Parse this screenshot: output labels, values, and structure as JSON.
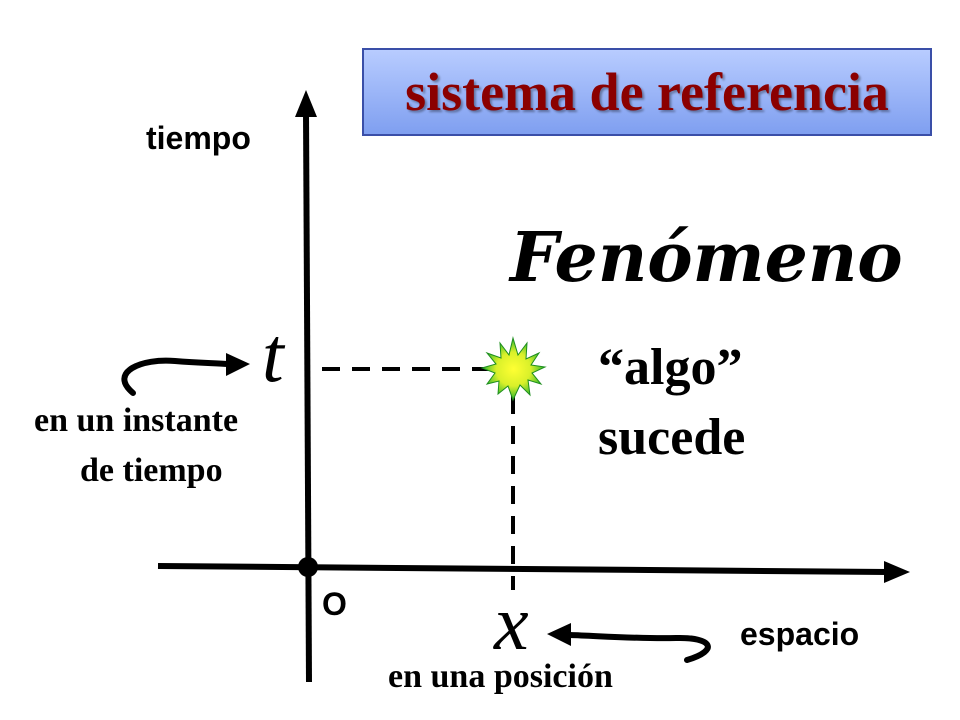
{
  "title": "sistema de referencia",
  "axes": {
    "y_label": "tiempo",
    "x_label": "espacio",
    "origin_label": "O"
  },
  "variables": {
    "time": "t",
    "position": "x"
  },
  "event": {
    "heading": "Fenómeno",
    "line1": "“algo”",
    "line2": "sucede"
  },
  "annotations": {
    "time_line1": "en un instante",
    "time_line2": "de tiempo",
    "position": "en una posición"
  },
  "colors": {
    "title_text": "#8b0000",
    "title_box_top": "#b8ccff",
    "title_box_bottom": "#7f9ff0",
    "star_outer": "#2db82d",
    "star_inner": "#ffff33"
  },
  "icons": {
    "event_marker": "burst-star-icon"
  }
}
